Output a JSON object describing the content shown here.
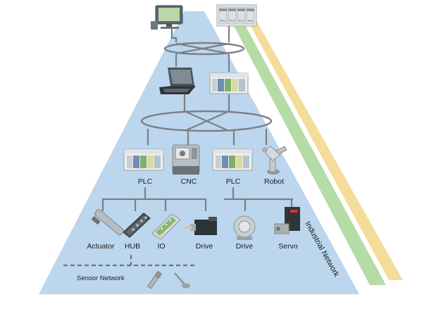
{
  "labels": {
    "plc_left": "PLC",
    "cnc": "CNC",
    "plc_right": "PLC",
    "robot": "Robot",
    "actuator": "Actuator",
    "hub": "HUB",
    "io": "IO",
    "drive_left": "Drive",
    "drive_right": "Drive",
    "servo": "Servo",
    "sensor_network": "Sensor Network",
    "industrial_network": "Industrial Network"
  },
  "rack_slots": [
    "PC1",
    "PC2",
    "PC3",
    "PC4"
  ],
  "colors": {
    "blue_layer": "#bcd6ee",
    "green_layer": "#b5dba6",
    "yellow_layer": "#f4dd9a",
    "cable": "#7c7f84"
  }
}
